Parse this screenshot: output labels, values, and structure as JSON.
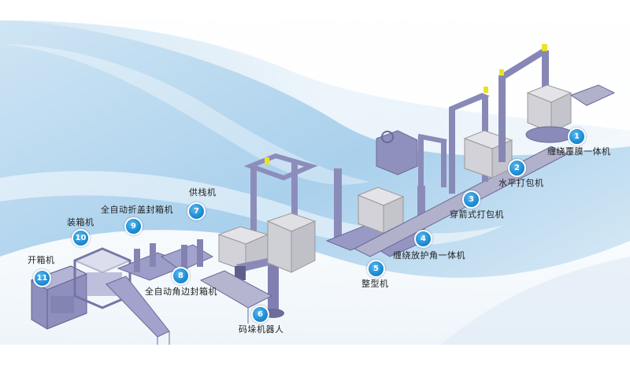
{
  "title": "Automated packaging and palletizing line",
  "colors": {
    "badge": "#1f8fd6",
    "machine": "#9a9ac4",
    "machine_dark": "#6f6f9e",
    "pallet_load": "#d8d8dc",
    "warning_light": "#e8e22a",
    "background_blue": "#b9d9ef"
  },
  "stations": [
    {
      "number": "1",
      "label": "缠绕覆膜一体机"
    },
    {
      "number": "2",
      "label": "水平打包机"
    },
    {
      "number": "3",
      "label": "穿箭式打包机"
    },
    {
      "number": "4",
      "label": "缠绕放护角一体机"
    },
    {
      "number": "5",
      "label": "整型机"
    },
    {
      "number": "6",
      "label": "码垛机器人"
    },
    {
      "number": "7",
      "label": "供栈机"
    },
    {
      "number": "8",
      "label": "全自动角边封箱机"
    },
    {
      "number": "9",
      "label": "全自动折盖封箱机"
    },
    {
      "number": "10",
      "label": "装箱机"
    },
    {
      "number": "11",
      "label": "开箱机"
    }
  ]
}
